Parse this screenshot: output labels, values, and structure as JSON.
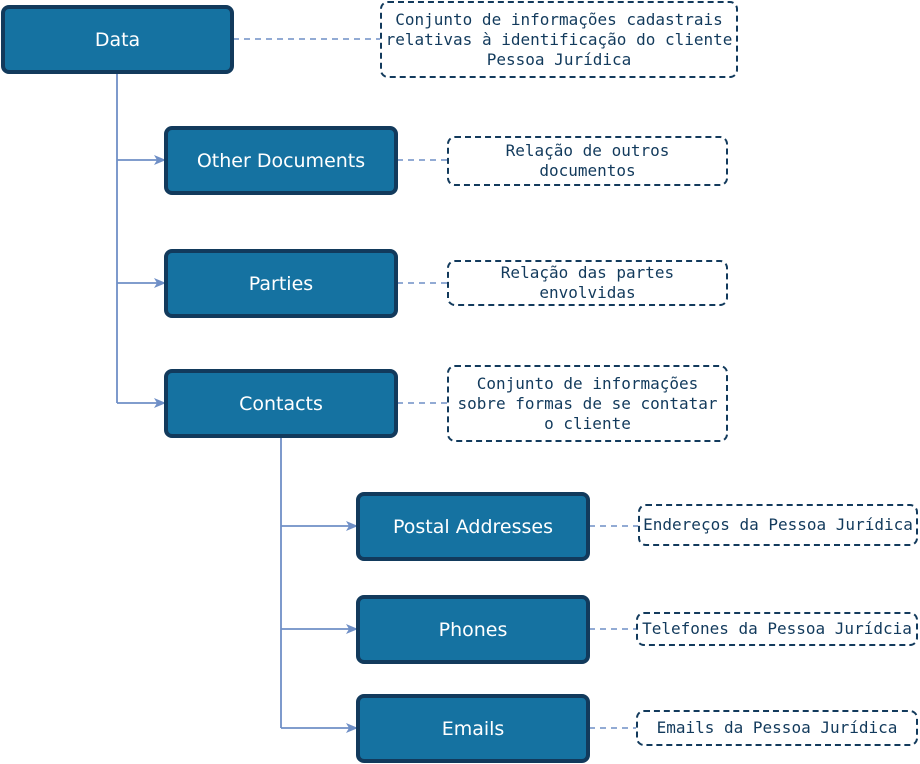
{
  "colors": {
    "node_fill": "#1572a1",
    "node_border": "#123a5c",
    "connector": "#6f8fc6",
    "note_border": "#123a5c"
  },
  "nodes": {
    "data": "Data",
    "other_documents": "Other Documents",
    "parties": "Parties",
    "contacts": "Contacts",
    "postal_addresses": "Postal Addresses",
    "phones": "Phones",
    "emails": "Emails"
  },
  "notes": {
    "data": "Conjunto de informações cadastrais\nrelativas à identificação do cliente\nPessoa Jurídica",
    "other_documents": "Relação de outros\ndocumentos",
    "parties": "Relação das partes\nenvolvidas",
    "contacts": "Conjunto de informações\nsobre formas de se contatar\no cliente",
    "postal_addresses": "Endereços da Pessoa Jurídica",
    "phones": "Telefones da Pessoa Jurídcia",
    "emails": "Emails da Pessoa Jurídica"
  }
}
